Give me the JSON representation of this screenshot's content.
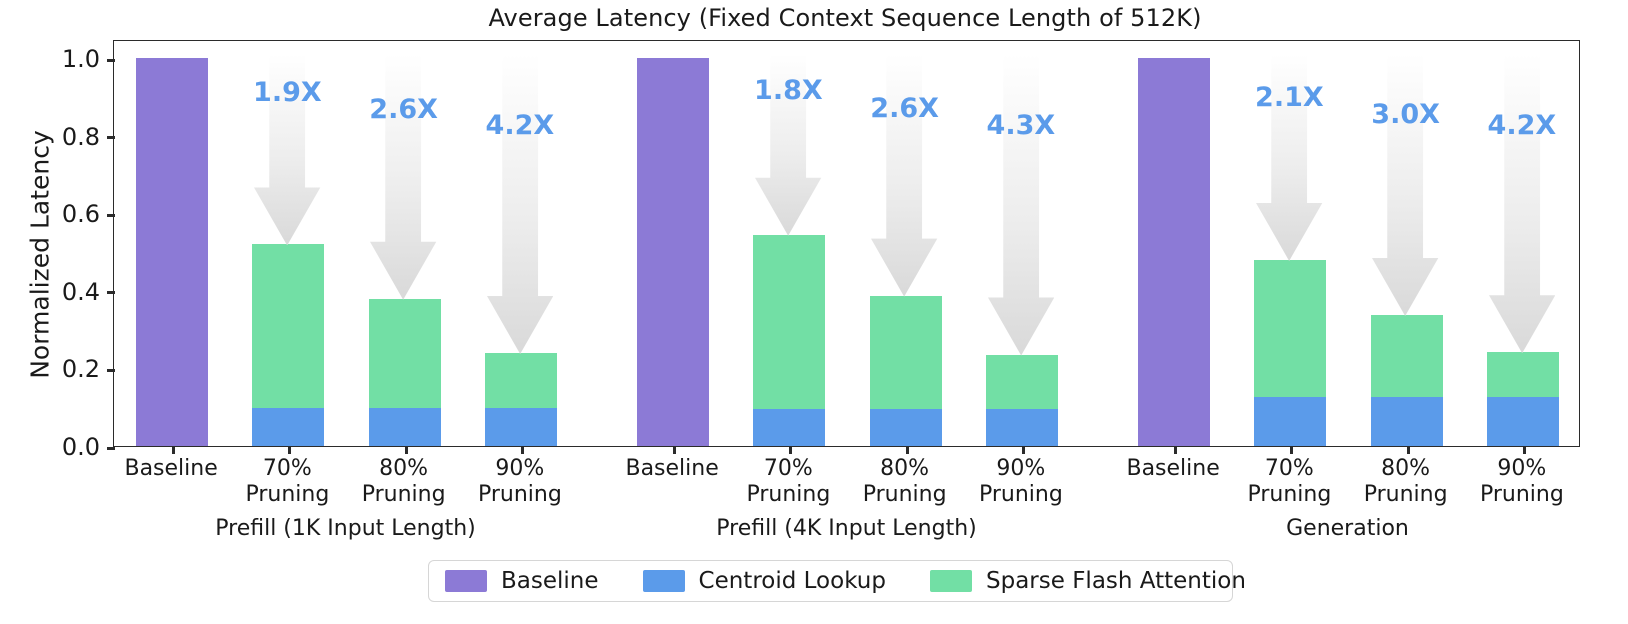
{
  "chart_data": {
    "type": "bar",
    "title": "Average Latency (Fixed Context Sequence Length of 512K)",
    "xlabel": "",
    "ylabel": "Normalized Latency",
    "ylim": [
      0.0,
      1.05
    ],
    "yticks": [
      "0.0",
      "0.2",
      "0.4",
      "0.6",
      "0.8",
      "1.0"
    ],
    "ytick_values": [
      0.0,
      0.2,
      0.4,
      0.6,
      0.8,
      1.0
    ],
    "grid": false,
    "stacked": true,
    "legend_position": "below-axes-center",
    "legend": [
      {
        "name": "Baseline",
        "color": "#8c7ad6"
      },
      {
        "name": "Centroid Lookup",
        "color": "#5b9bea"
      },
      {
        "name": "Sparse Flash Attention",
        "color": "#72dfa5"
      }
    ],
    "groups": [
      {
        "label": "Prefill (1K Input Length)",
        "categories": [
          "Baseline",
          "70%\nPruning",
          "80%\nPruning",
          "90%\nPruning"
        ],
        "bars": [
          {
            "category": "Baseline",
            "baseline": 1.0,
            "centroid": 0.0,
            "sparse": 0.0,
            "total": 1.0,
            "speedup": ""
          },
          {
            "category": "70%\nPruning",
            "baseline": 0.0,
            "centroid": 0.098,
            "sparse": 0.422,
            "total": 0.52,
            "speedup": "1.9X"
          },
          {
            "category": "80%\nPruning",
            "baseline": 0.0,
            "centroid": 0.098,
            "sparse": 0.282,
            "total": 0.38,
            "speedup": "2.6X"
          },
          {
            "category": "90%\nPruning",
            "baseline": 0.0,
            "centroid": 0.098,
            "sparse": 0.142,
            "total": 0.24,
            "speedup": "4.2X"
          }
        ]
      },
      {
        "label": "Prefill (4K Input Length)",
        "categories": [
          "Baseline",
          "70%\nPruning",
          "80%\nPruning",
          "90%\nPruning"
        ],
        "bars": [
          {
            "category": "Baseline",
            "baseline": 1.0,
            "centroid": 0.0,
            "sparse": 0.0,
            "total": 1.0,
            "speedup": ""
          },
          {
            "category": "70%\nPruning",
            "baseline": 0.0,
            "centroid": 0.095,
            "sparse": 0.45,
            "total": 0.545,
            "speedup": "1.8X"
          },
          {
            "category": "80%\nPruning",
            "baseline": 0.0,
            "centroid": 0.095,
            "sparse": 0.293,
            "total": 0.388,
            "speedup": "2.6X"
          },
          {
            "category": "90%\nPruning",
            "baseline": 0.0,
            "centroid": 0.095,
            "sparse": 0.141,
            "total": 0.236,
            "speedup": "4.3X"
          }
        ]
      },
      {
        "label": "Generation",
        "categories": [
          "Baseline",
          "70%\nPruning",
          "80%\nPruning",
          "90%\nPruning"
        ],
        "bars": [
          {
            "category": "Baseline",
            "baseline": 1.0,
            "centroid": 0.0,
            "sparse": 0.0,
            "total": 1.0,
            "speedup": ""
          },
          {
            "category": "70%\nPruning",
            "baseline": 0.0,
            "centroid": 0.127,
            "sparse": 0.353,
            "total": 0.48,
            "speedup": "2.1X"
          },
          {
            "category": "80%\nPruning",
            "baseline": 0.0,
            "centroid": 0.127,
            "sparse": 0.211,
            "total": 0.338,
            "speedup": "3.0X"
          },
          {
            "category": "90%\nPruning",
            "baseline": 0.0,
            "centroid": 0.127,
            "sparse": 0.115,
            "total": 0.242,
            "speedup": "4.2X"
          }
        ]
      }
    ],
    "annotation_color": "#5b9bea",
    "arrow_color": "#e3e3e3"
  }
}
